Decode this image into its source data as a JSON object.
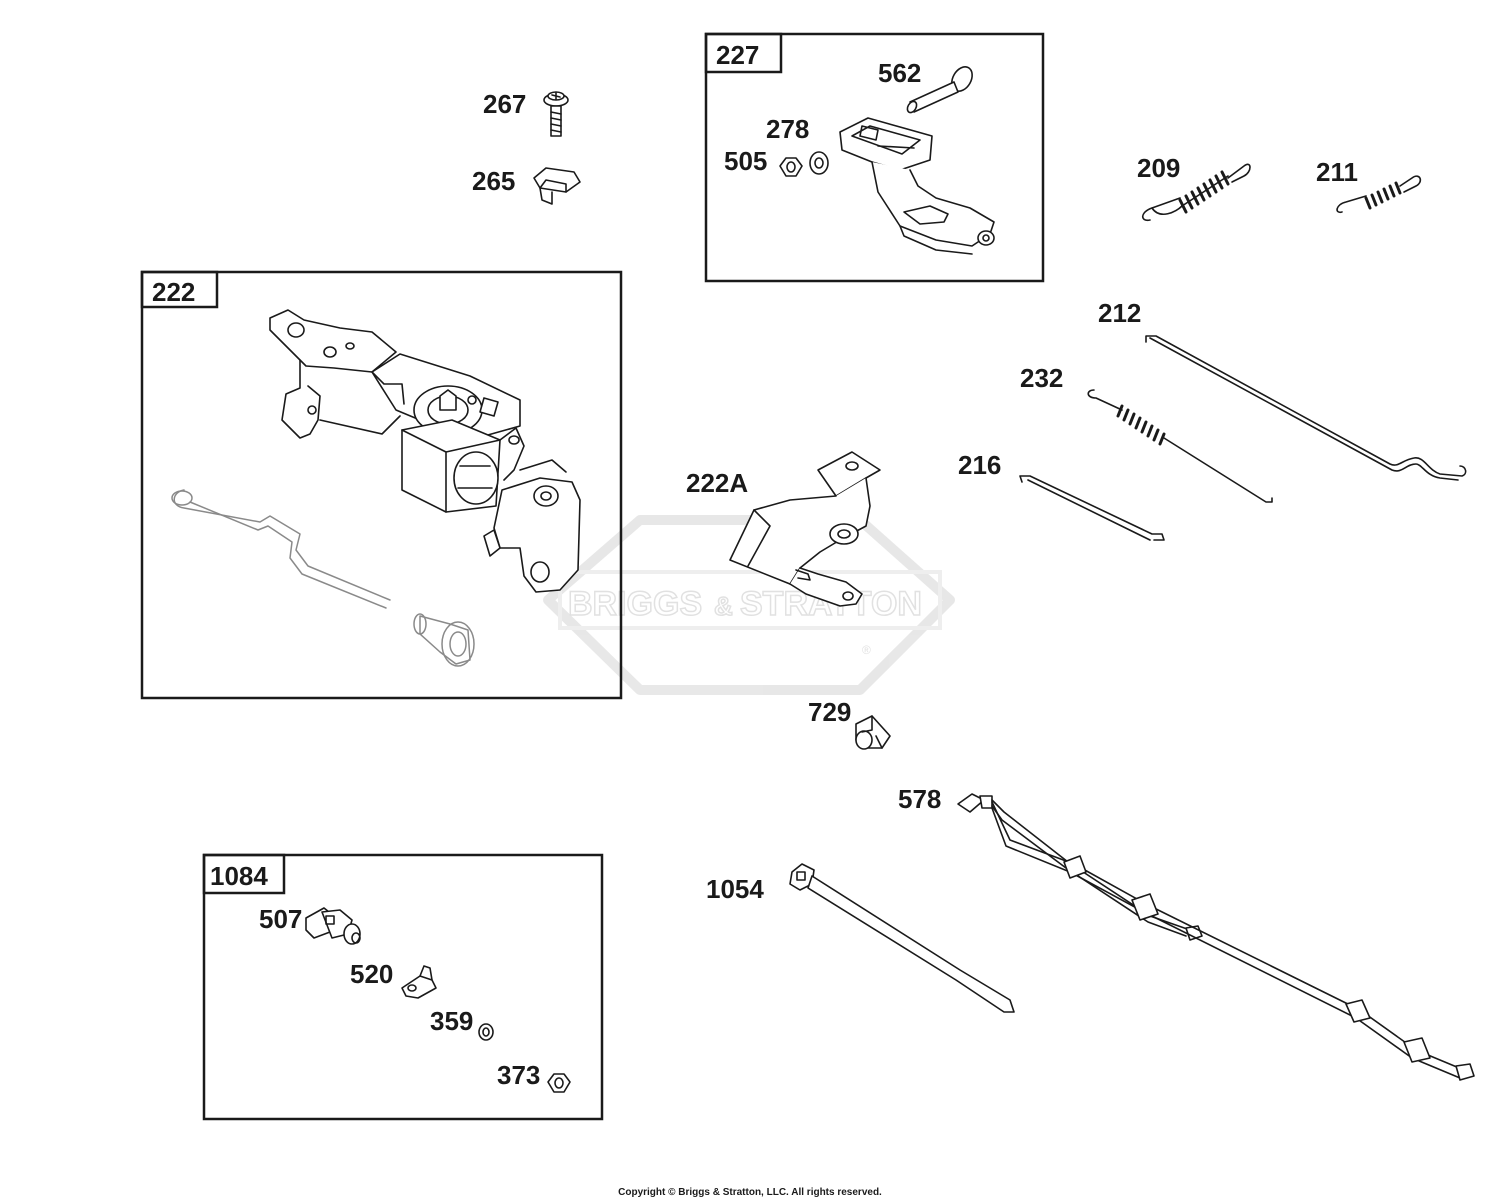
{
  "watermark": {
    "brand_left": "BRIGGS",
    "brand_amp": "&",
    "brand_right": "STRATTON",
    "registered": "®"
  },
  "groups": {
    "g222": "222",
    "g227": "227",
    "g1084": "1084"
  },
  "parts": {
    "p267": "267",
    "p265": "265",
    "p562": "562",
    "p278": "278",
    "p505": "505",
    "p209": "209",
    "p211": "211",
    "p212": "212",
    "p232": "232",
    "p216": "216",
    "p222A": "222A",
    "p729": "729",
    "p578": "578",
    "p1054": "1054",
    "p507": "507",
    "p520": "520",
    "p359": "359",
    "p373": "373"
  },
  "footer": {
    "copyright": "Copyright © Briggs & Stratton, LLC. All rights reserved."
  }
}
